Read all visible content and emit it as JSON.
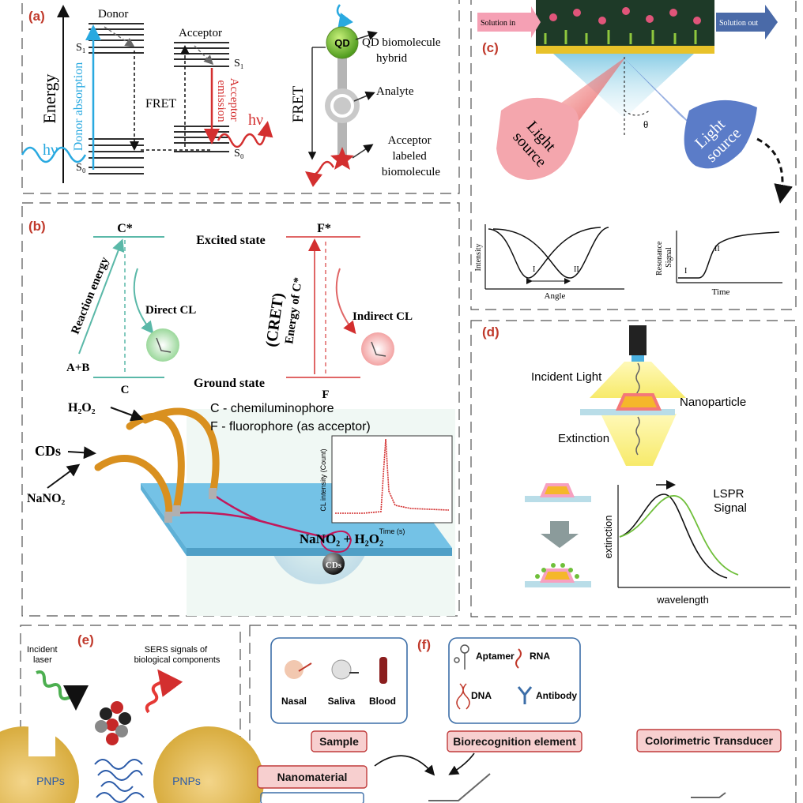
{
  "panels": {
    "a": {
      "label": "(a)",
      "donor": "Donor",
      "acceptor": "Acceptor",
      "energy": "Energy",
      "donor_absorption": "Donor absorption",
      "fret_mid": "FRET",
      "acceptor_emission": [
        "Acceptor",
        "emission"
      ],
      "hv": "hν",
      "s1": "S₁",
      "s0": "S₀",
      "fret_side": "FRET",
      "qd": "QD",
      "qd_hybrid": [
        "QD biomolecule",
        "hybrid"
      ],
      "analyte": "Analyte",
      "acceptor_labeled": [
        "Acceptor",
        "labeled",
        "biomolecule"
      ]
    },
    "b": {
      "label": "(b)",
      "c_star": "C*",
      "f_star": "F*",
      "excited_state": "Excited state",
      "ground_state": "Ground state",
      "reaction_energy": "Reaction energy",
      "a_plus_b": "A+B",
      "c": "C",
      "f": "F",
      "direct_cl": "Direct CL",
      "indirect_cl": "Indirect CL",
      "cret": "(CRET)",
      "energy_of_c": "Energy of C*",
      "legend_c": "C - chemiluminophore",
      "legend_f": "F - fluorophore (as acceptor)",
      "h2o2": "H₂O₂",
      "cds": "CDs",
      "nano2": "NaNO₂",
      "reaction": "NaNO₂ + H₂O₂",
      "cds_ball": "CDs",
      "inset_ylabel": "CL intensity (Count)",
      "inset_xlabel": "Time (s)"
    },
    "c": {
      "label": "(c)",
      "solution_in": "Solution in",
      "solution_out": "Solution out",
      "light_source": [
        "Light",
        "source"
      ],
      "theta": "θ",
      "plot1_ylabel": "Intensity",
      "plot1_xlabel": "Angle",
      "plot1_marks": [
        "I",
        "II"
      ],
      "plot2_ylabel": [
        "Resonance",
        "Signal"
      ],
      "plot2_xlabel": "Time",
      "plot2_marks": [
        "I",
        "II"
      ]
    },
    "d": {
      "label": "(d)",
      "incident_light": "Incident Light",
      "nanoparticle": "Nanoparticle",
      "extinction": "Extinction",
      "lspr": [
        "LSPR",
        "Signal"
      ],
      "ylabel": "extinction",
      "xlabel": "wavelength"
    },
    "e": {
      "label": "(e)",
      "incident_laser": [
        "Incident",
        "laser"
      ],
      "sers": [
        "SERS signals of",
        "biological components"
      ],
      "pnps_left": "PNPs",
      "pnps_right": "PNPs"
    },
    "f": {
      "label": "(f)",
      "sample_items": [
        "Nasal",
        "Saliva",
        "Blood"
      ],
      "bio_items": [
        "Aptamer",
        "RNA",
        "DNA",
        "Antibody"
      ],
      "pill_sample": "Sample",
      "pill_bio": "Biorecognition element",
      "pill_color": "Colorimetric Transducer",
      "pill_nano": "Nanomaterial"
    }
  },
  "colors": {
    "label_red": "#c0392b",
    "absorption_cyan": "#29a9e0",
    "emission_red": "#d32f2f",
    "chip_blue": "#74c2e6",
    "tube_orange": "#d9901f",
    "lspr_green": "#6fbf3a",
    "pill_fill": "#f7cfcf"
  }
}
